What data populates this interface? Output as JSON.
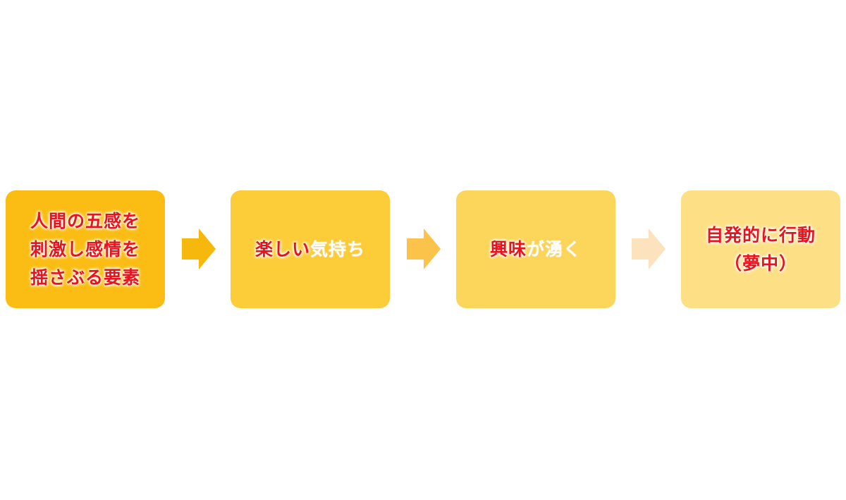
{
  "steps": [
    {
      "lines": [
        [
          {
            "text": "人間の五感を",
            "color": "red"
          }
        ],
        [
          {
            "text": "刺激し感情を",
            "color": "red"
          }
        ],
        [
          {
            "text": "揺さぶる要素",
            "color": "red"
          }
        ]
      ],
      "background": "#fbbd13"
    },
    {
      "lines": [
        [
          {
            "text": "楽しい",
            "color": "red"
          },
          {
            "text": "気持ち",
            "color": "white"
          }
        ]
      ],
      "background": "#fccd38"
    },
    {
      "lines": [
        [
          {
            "text": "興味",
            "color": "red"
          },
          {
            "text": "が湧く",
            "color": "white"
          }
        ]
      ],
      "background": "#fcd65a"
    },
    {
      "lines": [
        [
          {
            "text": "自発的に行動",
            "color": "red"
          }
        ],
        [
          {
            "text": "（夢中）",
            "color": "red"
          }
        ]
      ],
      "background": "#fde086"
    }
  ],
  "arrows": [
    {
      "color": "#f6b80c"
    },
    {
      "color": "#fcc34a"
    },
    {
      "color": "#fde3bd"
    }
  ],
  "colors": {
    "red_text": "#e8141d",
    "white_text": "#ffffff"
  }
}
